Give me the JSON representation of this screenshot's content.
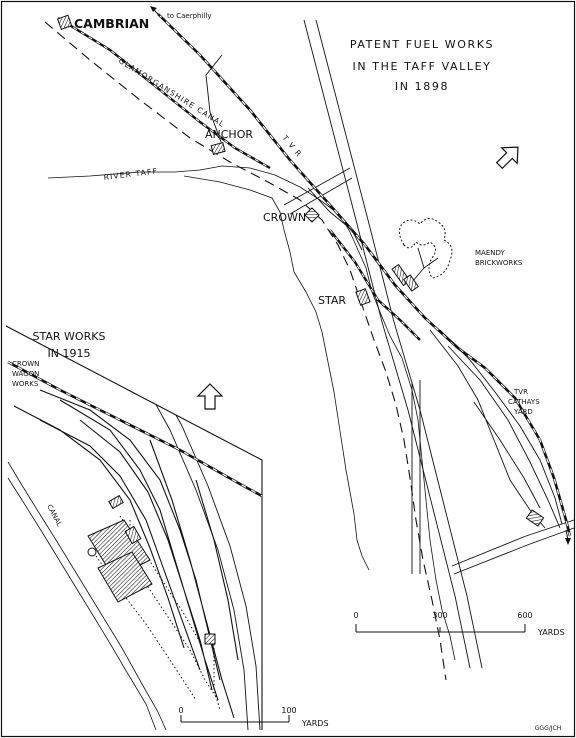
{
  "title": {
    "line1": "PATENT  FUEL  WORKS",
    "line2": "IN  THE  TAFF  VALLEY",
    "line3": "IN  1898"
  },
  "inset_title": {
    "line1": "STAR  WORKS",
    "line2": "IN  1915"
  },
  "labels": {
    "cambrian": "CAMBRIAN",
    "to_caerphilly": "to Caerphilly",
    "canal_main": "GLAMORGANSHIRE  CANAL",
    "anchor": "ANCHOR",
    "tvr": "T V R",
    "river": "RIVER  TAFF",
    "crown": "CROWN",
    "maendy_1": "MAENDY",
    "maendy_2": "BRICKWORKS",
    "star": "STAR",
    "cathays_1": "TVR",
    "cathays_2": "CATHAYS",
    "cathays_3": "YARD",
    "crown_wagon_1": "CROWN",
    "crown_wagon_2": "WAGON",
    "crown_wagon_3": "WORKS",
    "inset_canal": "CANAL"
  },
  "scale_main": {
    "ticks": [
      "0",
      "300",
      "600"
    ],
    "unit": "YARDS"
  },
  "scale_inset": {
    "ticks": [
      "0",
      "100"
    ],
    "unit": "YARDS"
  },
  "credit": "GGG/JCH",
  "colors": {
    "ink": "#111111",
    "paper": "#ffffff"
  }
}
